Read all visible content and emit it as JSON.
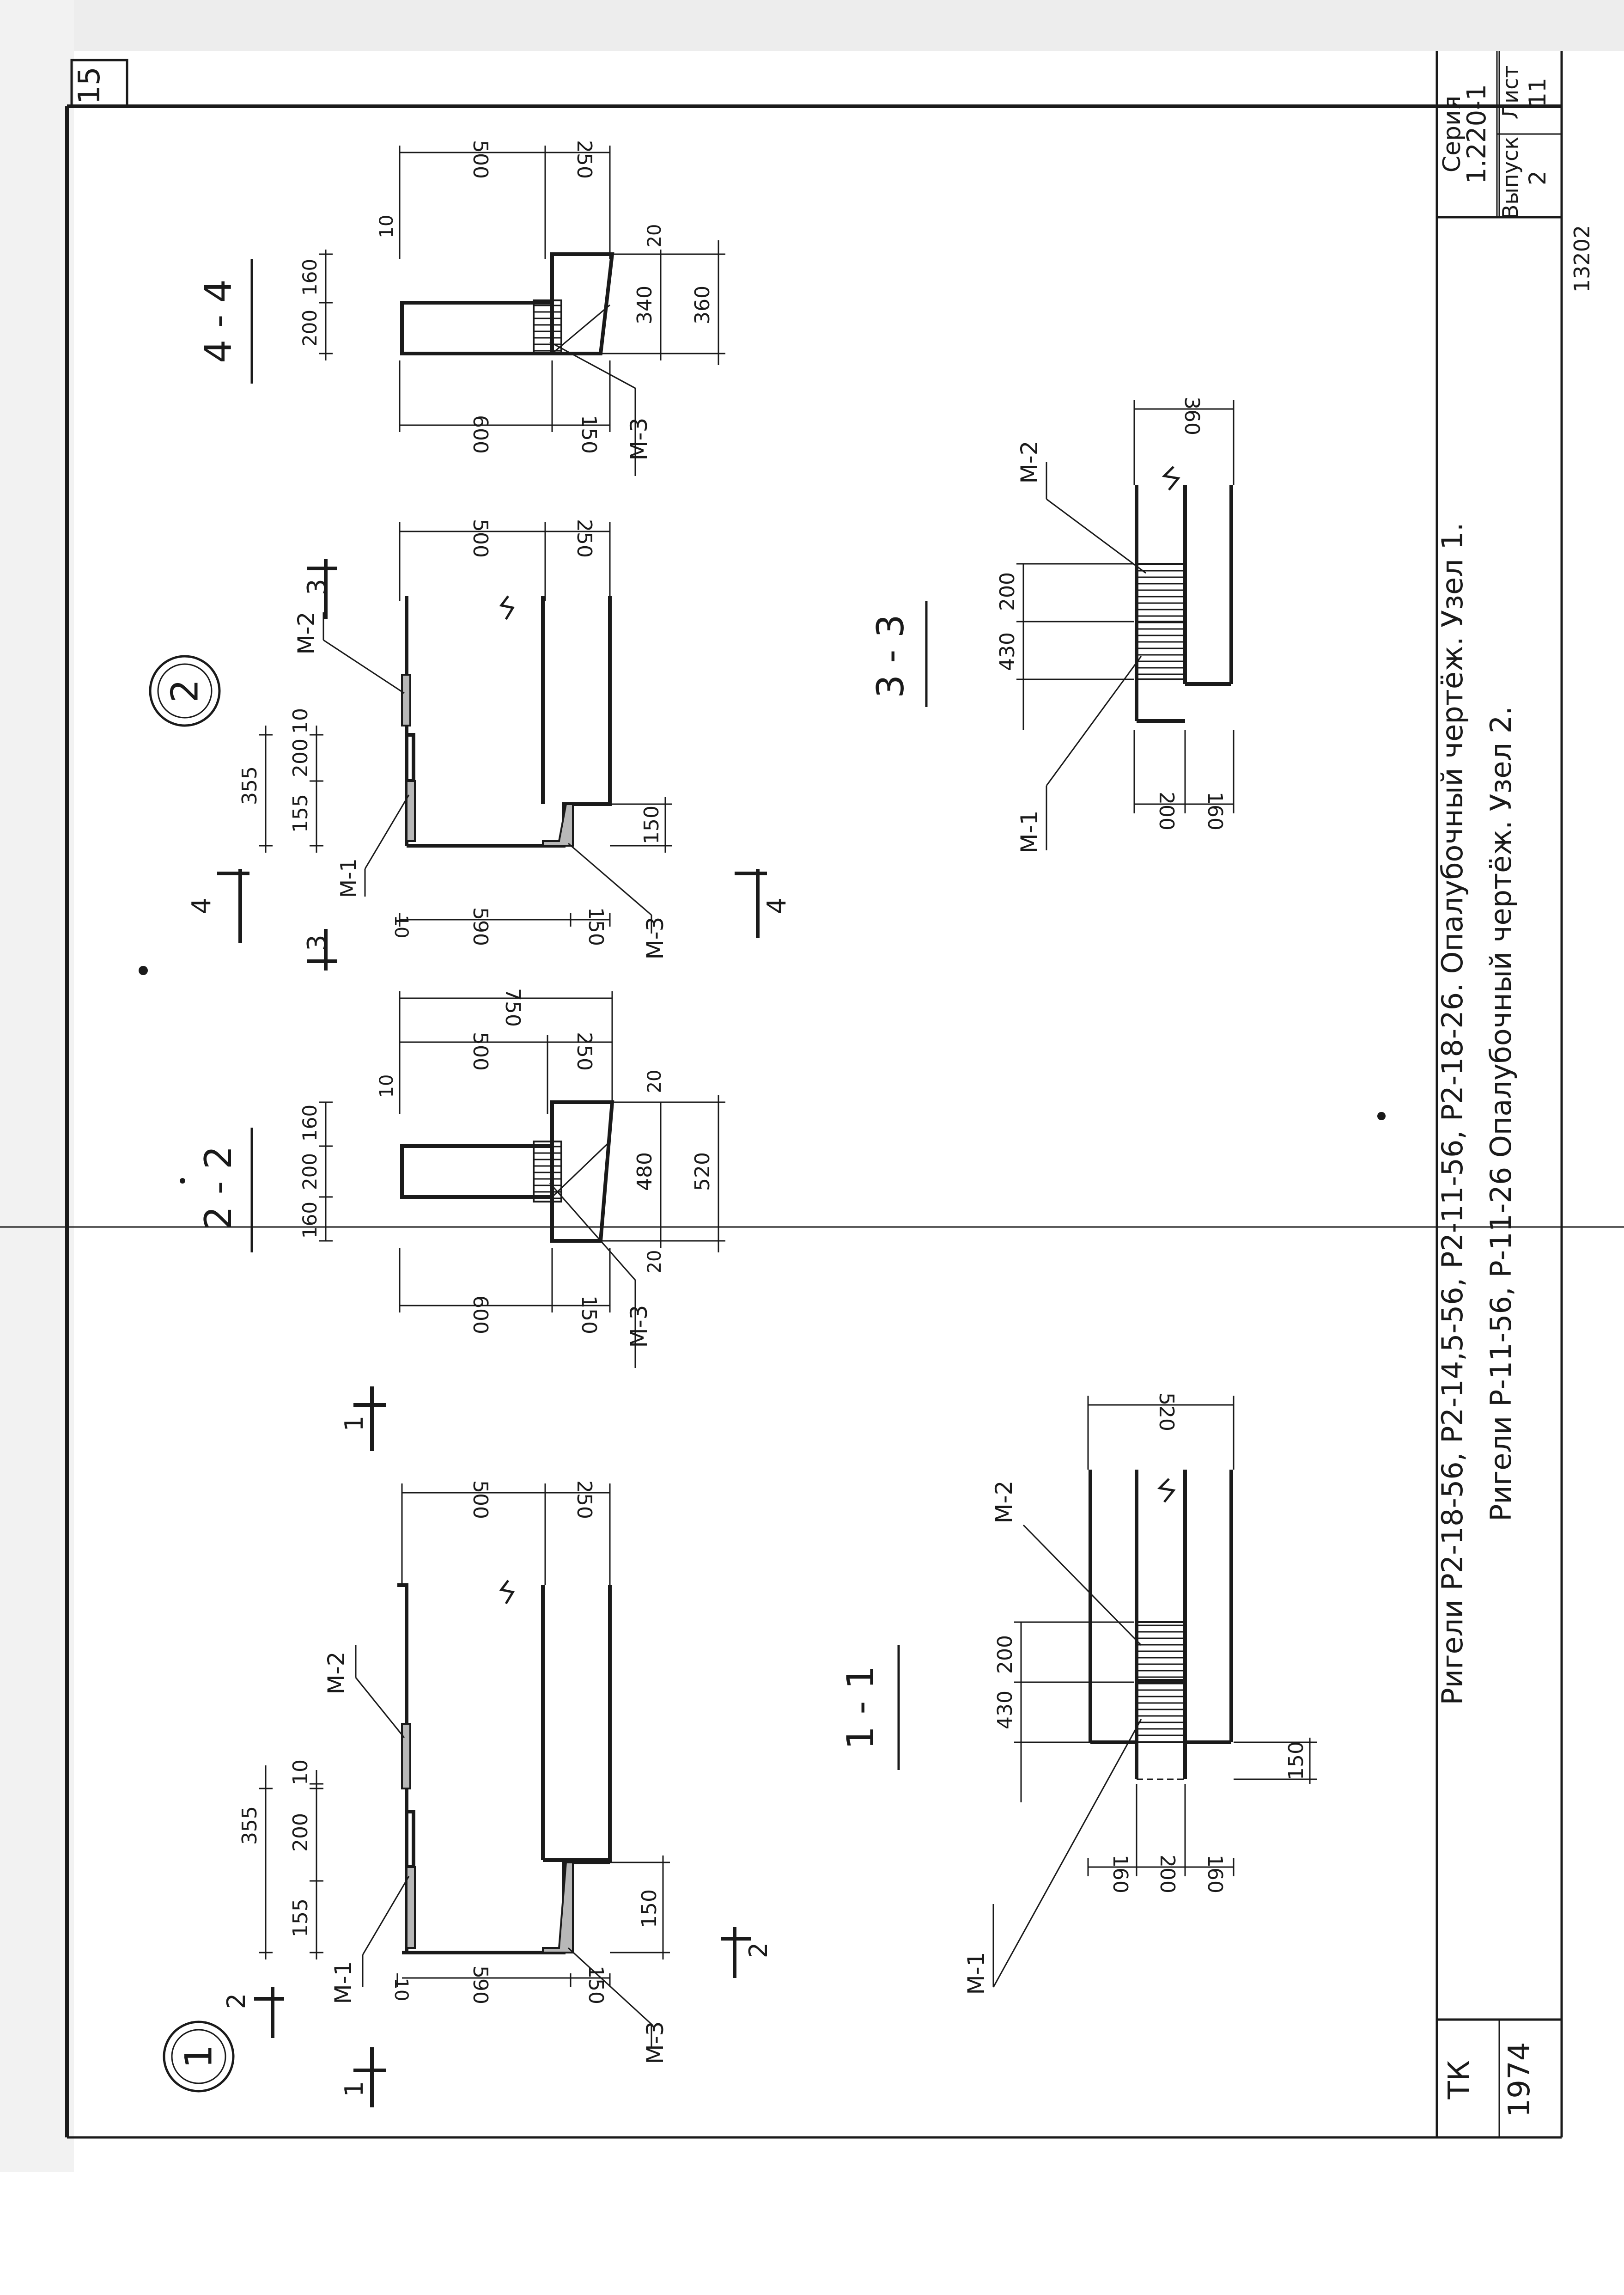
{
  "sheet": {
    "page_number": "15",
    "title_line_1": "Ригели Р2-18-56, Р2-14,5-56, Р2-11-56, Р2-18-26. Опалубочный чертёж. Узел 1.",
    "title_line_2": "Ригели Р-11-56, Р-11-26 Опалубочный чертёж. Узел 2.",
    "org": "ТК",
    "year": "1974",
    "series_label": "Серия",
    "series_value": "1.220-1",
    "issue_label": "Выпуск",
    "issue_value": "2",
    "sheet_label": "Лист",
    "sheet_value": "11",
    "stamp_note": "13202"
  },
  "node1": {
    "label": "1",
    "cut_a": "1",
    "cut_b": "1",
    "cut_2": "2",
    "dims": {
      "d355": "355",
      "d155": "155",
      "d200": "200",
      "d10": "10",
      "d500": "500",
      "d250": "250",
      "d590": "590",
      "d150v": "150",
      "d150h": "150",
      "d10b": "10"
    },
    "parts": {
      "m1": "М-1",
      "m2": "М-2",
      "m3": "М-3"
    }
  },
  "section22": {
    "label": "2 - 2",
    "dims": {
      "d160a": "160",
      "d200": "200",
      "d160b": "160",
      "d750": "750",
      "d500": "500",
      "d250": "250",
      "d10": "10",
      "d20a": "20",
      "d480": "480",
      "d520": "520",
      "d20b": "20",
      "d600": "600",
      "d150": "150"
    },
    "parts": {
      "m3": "М-3"
    }
  },
  "node2": {
    "label": "2",
    "cut3": "3",
    "cut3b": "3",
    "cut4a": "4",
    "cut4b": "4",
    "dims": {
      "d355": "355",
      "d155": "155",
      "d200": "200",
      "d10": "10",
      "d500": "500",
      "d250": "250",
      "d590": "590",
      "d150v": "150",
      "d150h": "150",
      "d10b": "10"
    },
    "parts": {
      "m1": "М-1",
      "m2": "М-2",
      "m3": "М-3"
    }
  },
  "section44": {
    "label": "4 - 4",
    "dims": {
      "d200": "200",
      "d160": "160",
      "d500": "500",
      "d250": "250",
      "d10": "10",
      "d20": "20",
      "d340": "340",
      "d360": "360",
      "d600": "600",
      "d150": "150"
    },
    "parts": {
      "m3": "М-3"
    }
  },
  "section11": {
    "label": "1 - 1",
    "dims": {
      "d430": "430",
      "d200": "200",
      "d520": "520",
      "d150": "150",
      "d160a": "160",
      "d200b": "200",
      "d160b": "160"
    },
    "parts": {
      "m1": "М-1",
      "m2": "М-2"
    }
  },
  "section33": {
    "label": "3 - 3",
    "dims": {
      "d430": "430",
      "d200": "200",
      "d360": "360",
      "d160": "160",
      "d200b": "200"
    },
    "parts": {
      "m1": "М-1",
      "m2": "М-2"
    }
  }
}
